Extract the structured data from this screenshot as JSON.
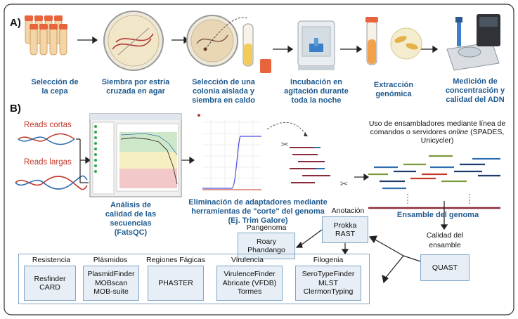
{
  "section_a": {
    "label": "A)",
    "steps": [
      {
        "text": "Selección de\nla cepa"
      },
      {
        "text": "Siembra por estría\ncruzada en agar"
      },
      {
        "text": "Selección de una\ncolonia aislada y\nsiembra en caldo"
      },
      {
        "text": "Incubación en\nagitación durante\ntoda la noche"
      },
      {
        "text": "Extracción\ngenómica"
      },
      {
        "text": "Medición de\nconcentración y\ncalidad del ADN"
      }
    ]
  },
  "section_b": {
    "label": "B)",
    "reads_short": "Reads cortas",
    "reads_long": "Reads largas",
    "qc_caption": "Análisis de\ncalidad de las\nsecuencias\n(FatsQC)",
    "trim_caption": "Eliminación de adaptadores mediante\nherramientas de \"corte\" del genoma\n(Ej. Trim Galore)",
    "assembly_note": "Uso de ensambladores mediante línea de\ncomandos o servidores online (SPADES,\nUnicycler)",
    "assembly_caption": "Ensamble del genoma",
    "quality_title": "Calidad del\nensamble",
    "quast": "QUAST",
    "annotation_title": "Anotación",
    "annotation_tools": "Prokka\nRAST",
    "pangenome_title": "Pangenoma",
    "pangenome_tools": "Roary\nPhandango",
    "categories": [
      {
        "title": "Resistencia",
        "tools": "Resfinder\nCARD"
      },
      {
        "title": "Plásmidos",
        "tools": "PlasmidFinder\nMOBscan\nMOB-suite"
      },
      {
        "title": "Regiones Fágicas",
        "tools": "PHASTER"
      },
      {
        "title": "Virulencia",
        "tools": "VirulenceFinder\nAbricate (VFDB)\nTormes"
      },
      {
        "title": "Filogenia",
        "tools": "SeroTypeFinder\nMLST\nClermonTyping"
      }
    ]
  },
  "colors": {
    "caption_blue": "#1f5a8f",
    "box_fill": "#e7eef5",
    "box_border": "#7fa6c8",
    "read_red": "#c0392b"
  }
}
